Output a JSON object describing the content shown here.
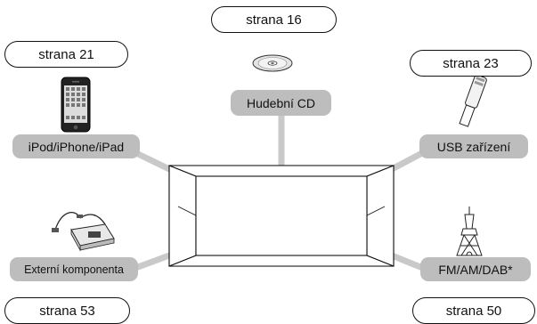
{
  "sources": {
    "cd": {
      "page_ref": "strana 16",
      "label": "Hudební CD",
      "icon": "cd-disc-icon"
    },
    "ipod": {
      "page_ref": "strana 21",
      "label": "iPod/iPhone/iPad",
      "icon": "iphone-icon"
    },
    "usb": {
      "page_ref": "strana 23",
      "label": "USB zařízení",
      "icon": "usb-stick-icon"
    },
    "external": {
      "page_ref": "strana 53",
      "label": "Externí komponenta",
      "icon": "external-device-cable-icon"
    },
    "radio": {
      "page_ref": "strana 50",
      "label": "FM/AM/DAB*",
      "icon": "radio-tower-icon"
    }
  },
  "colors": {
    "connector": "#c9c9c9",
    "label_bg": "#bdbdbd",
    "outline": "#111111"
  }
}
